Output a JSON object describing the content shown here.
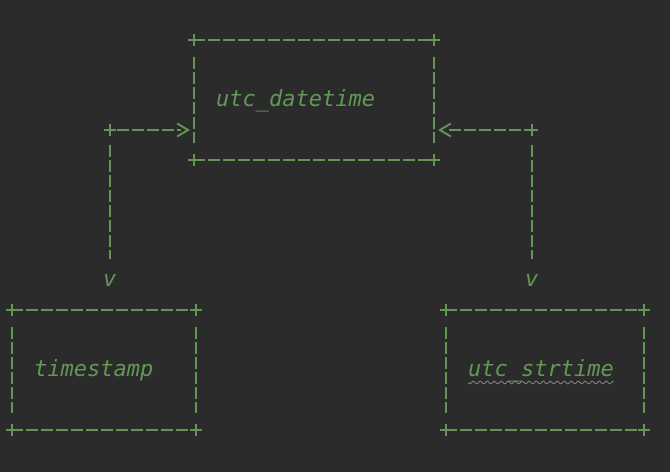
{
  "diagram": {
    "nodes": [
      {
        "id": "utc_datetime",
        "label": "utc_datetime"
      },
      {
        "id": "timestamp",
        "label": "timestamp"
      },
      {
        "id": "utc_strtime",
        "label": "utc_strtime"
      }
    ],
    "edges": [
      {
        "from": "timestamp",
        "to": "utc_datetime",
        "bidirectional": true
      },
      {
        "from": "utc_strtime",
        "to": "utc_datetime",
        "bidirectional": true
      }
    ],
    "arrow_glyph": "v"
  },
  "colors": {
    "background": "#2b2b2b",
    "stroke": "#629755",
    "spellcheck": "#8a8a8a"
  }
}
